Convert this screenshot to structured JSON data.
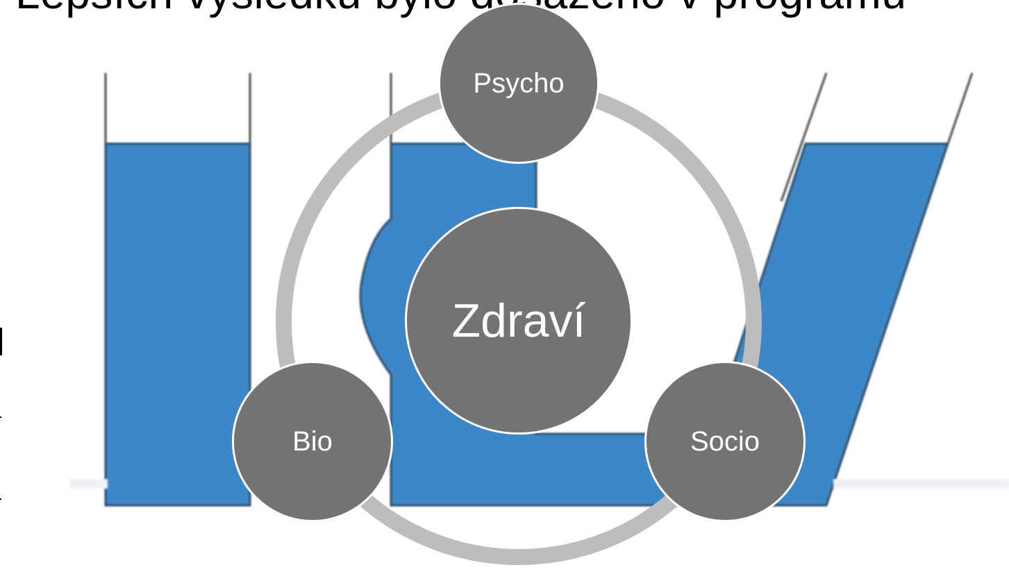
{
  "slide": {
    "title": "Lepších výsledků bylo dosaženo v programu"
  },
  "colors": {
    "logo_blue": "#3b87c8",
    "logo_outline": "#2a3a4a",
    "ring": "#bdbdbd",
    "node_fill": "#737373",
    "node_text": "#ffffff"
  },
  "diagram": {
    "center": {
      "label": "Zdraví"
    },
    "nodes": [
      {
        "id": "psycho",
        "label": "Psycho"
      },
      {
        "id": "bio",
        "label": "Bio"
      },
      {
        "id": "socio",
        "label": "Socio"
      }
    ]
  }
}
